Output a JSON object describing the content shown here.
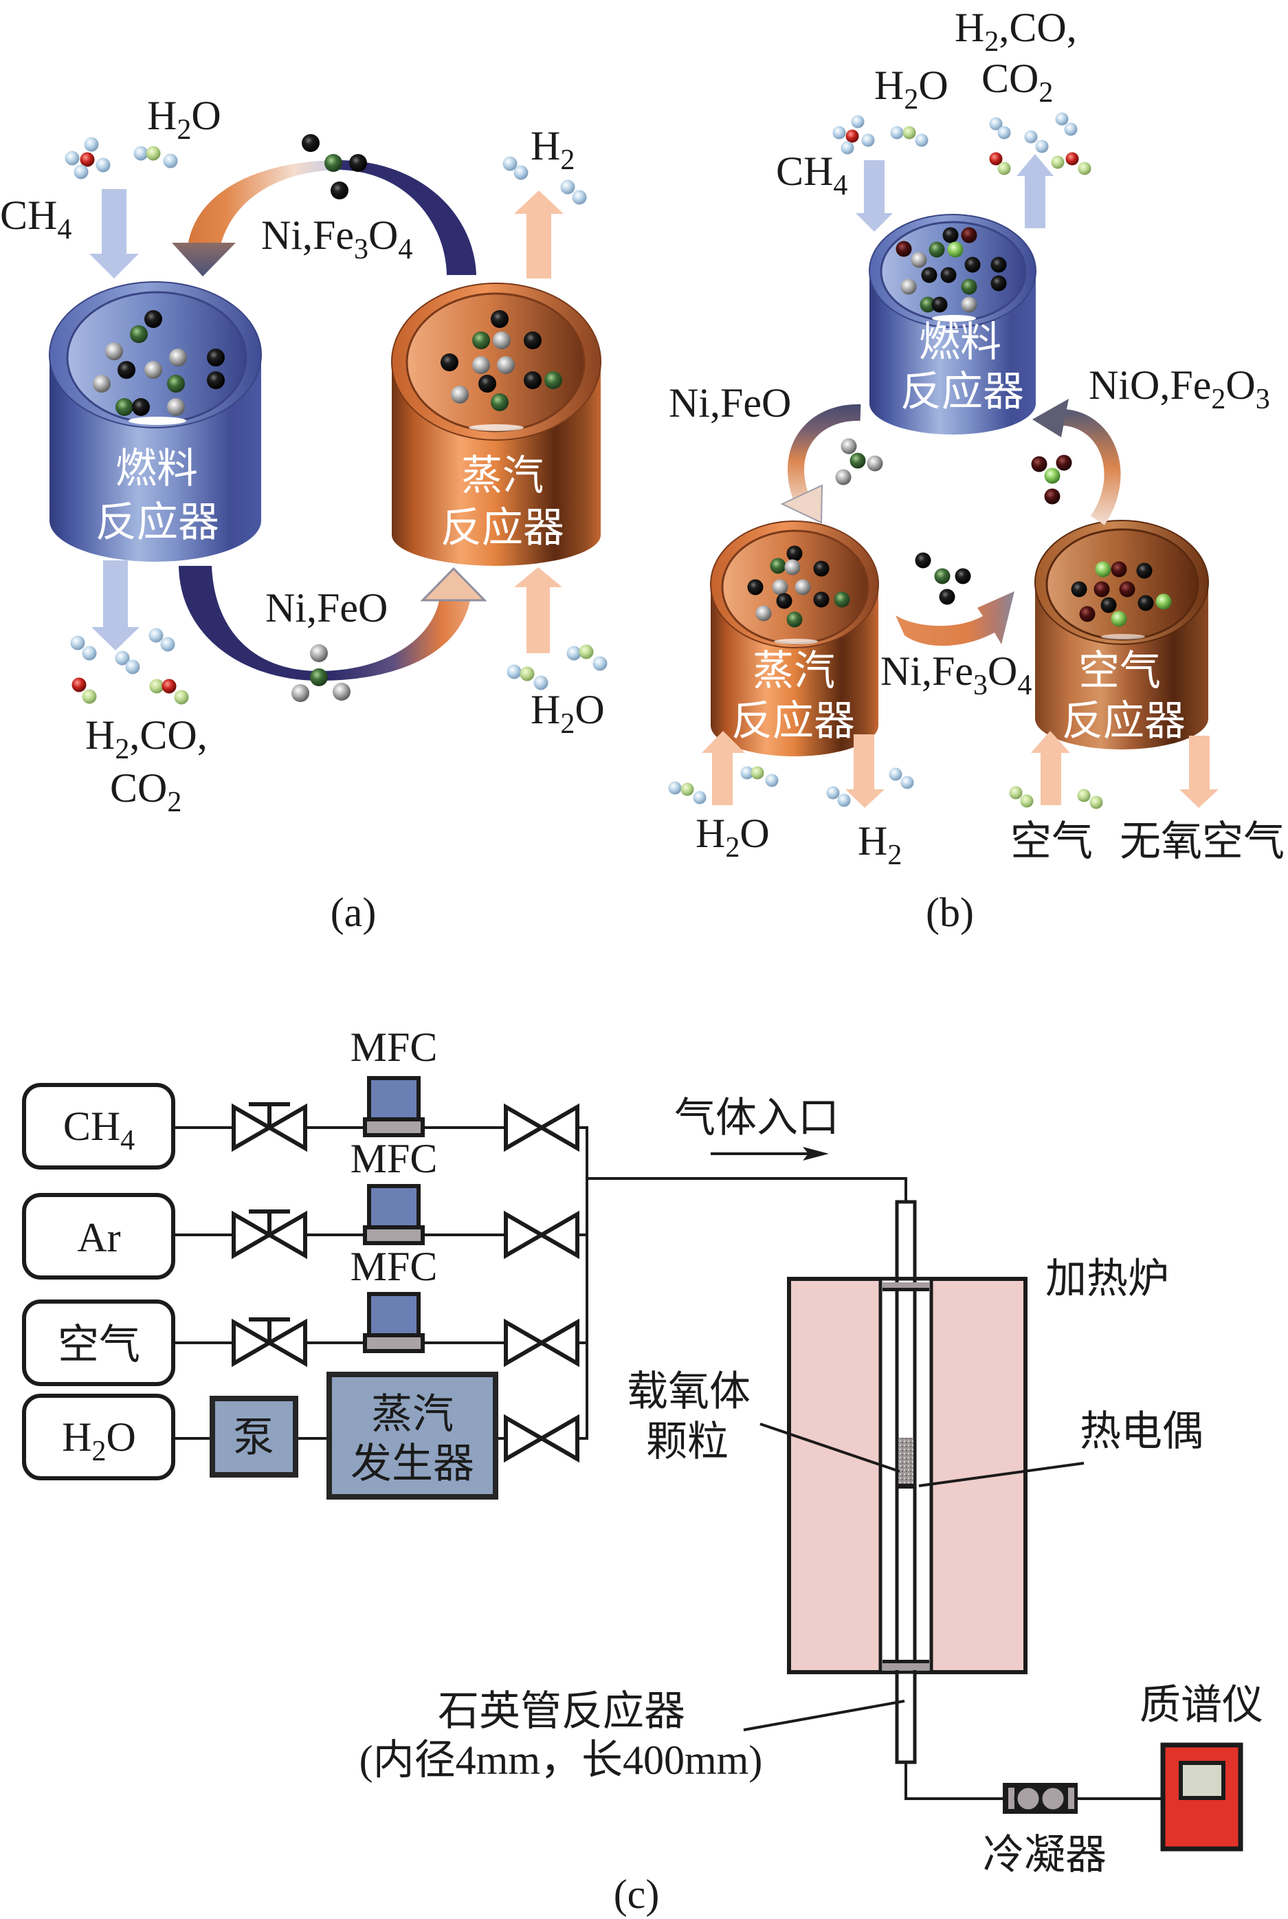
{
  "panel_a": {
    "caption": "(a)",
    "feed_ch4": [
      "CH",
      "4"
    ],
    "feed_h2o": [
      "H",
      "2",
      "O"
    ],
    "product_h2": [
      "H",
      "2"
    ],
    "steam_feed_h2o": [
      "H",
      "2",
      "O"
    ],
    "products_line1": [
      "H",
      "2",
      ",CO,"
    ],
    "products_line2": [
      "CO",
      "2"
    ],
    "carrier_to_fuel": [
      "Ni,Fe",
      "3",
      "O",
      "4"
    ],
    "carrier_to_steam": "Ni,FeO",
    "fuel_reactor": [
      "燃料",
      "反应器"
    ],
    "steam_reactor": [
      "蒸汽",
      "反应器"
    ]
  },
  "panel_b": {
    "caption": "(b)",
    "products_line1": [
      "H",
      "2",
      ",CO,"
    ],
    "products_line2": [
      "CO",
      "2"
    ],
    "feed_h2o": [
      "H",
      "2",
      "O"
    ],
    "feed_ch4": [
      "CH",
      "4"
    ],
    "fuel_reactor": [
      "燃料",
      "反应器"
    ],
    "steam_reactor": [
      "蒸汽",
      "反应器"
    ],
    "air_reactor": [
      "空气",
      "反应器"
    ],
    "fuel_to_steam": "Ni,FeO",
    "steam_to_air": [
      "Ni,Fe",
      "3",
      "O",
      "4"
    ],
    "air_to_fuel": [
      "NiO,Fe",
      "2",
      "O",
      "3"
    ],
    "steam_feed_h2o": [
      "H",
      "2",
      "O"
    ],
    "h2_out": [
      "H",
      "2"
    ],
    "air_in": "空气",
    "depleted_air_out": "无氧空气"
  },
  "panel_c": {
    "caption": "(c)",
    "sources": {
      "ch4": [
        "CH",
        "4"
      ],
      "ar": "Ar",
      "air": "空气",
      "h2o": [
        "H",
        "2",
        "O"
      ]
    },
    "mfc_labels": [
      "MFC",
      "MFC",
      "MFC"
    ],
    "pump": "泵",
    "steam_generator": [
      "蒸汽",
      "发生器"
    ],
    "gas_inlet": "气体入口",
    "furnace": "加热炉",
    "oxygen_carrier": [
      "载氧体",
      "颗粒"
    ],
    "thermocouple": "热电偶",
    "reactor": [
      "石英管反应器",
      "(内径4mm，长400mm)"
    ],
    "mass_spectrometer": "质谱仪",
    "condenser": "冷凝器"
  },
  "colors": {
    "feed_arrow": "#b8c5e6",
    "steam_arrow": "#f7c4a6",
    "mfc": "#6b7fb5",
    "mfc_base": "#aaa3a6",
    "process_unit": "#8fa3c0",
    "furnace": "#eecdca",
    "tube_cap": "#a59c9e",
    "condenser": "#a9a1a3",
    "mass_spectrometer": "#e2332a",
    "ms_screen": "#d5d8c8"
  }
}
